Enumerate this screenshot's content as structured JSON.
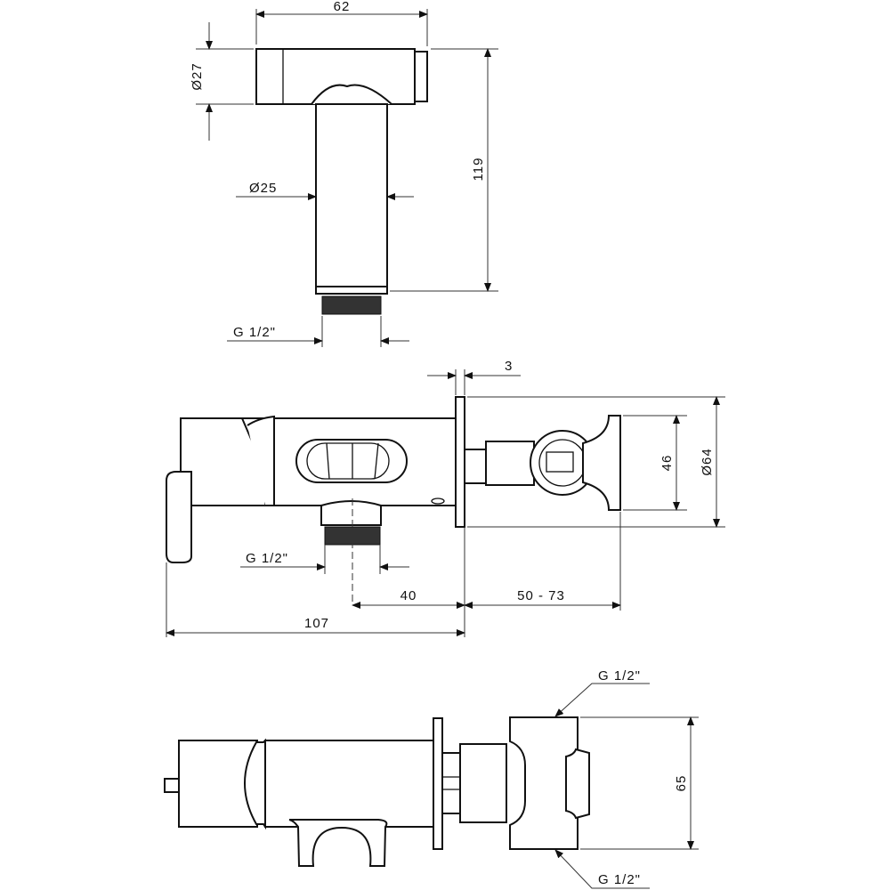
{
  "top_view": {
    "width_label": "62",
    "head_diameter_label": "Ø27",
    "height_label": "119",
    "stem_diameter_label": "Ø25",
    "thread_label": "G 1/2\""
  },
  "side_view": {
    "flange_label": "3",
    "plate_label": "46",
    "flange_diameter_label": "Ø64",
    "thread_label": "G 1/2\"",
    "outlet_offset_label": "40",
    "projection_label": "50 - 73",
    "total_length_label": "107"
  },
  "bottom_view": {
    "inlet_top_label": "G 1/2\"",
    "inlet_bottom_label": "G 1/2\"",
    "height_label": "65"
  },
  "colors": {
    "line": "#111111",
    "background": "#ffffff"
  }
}
